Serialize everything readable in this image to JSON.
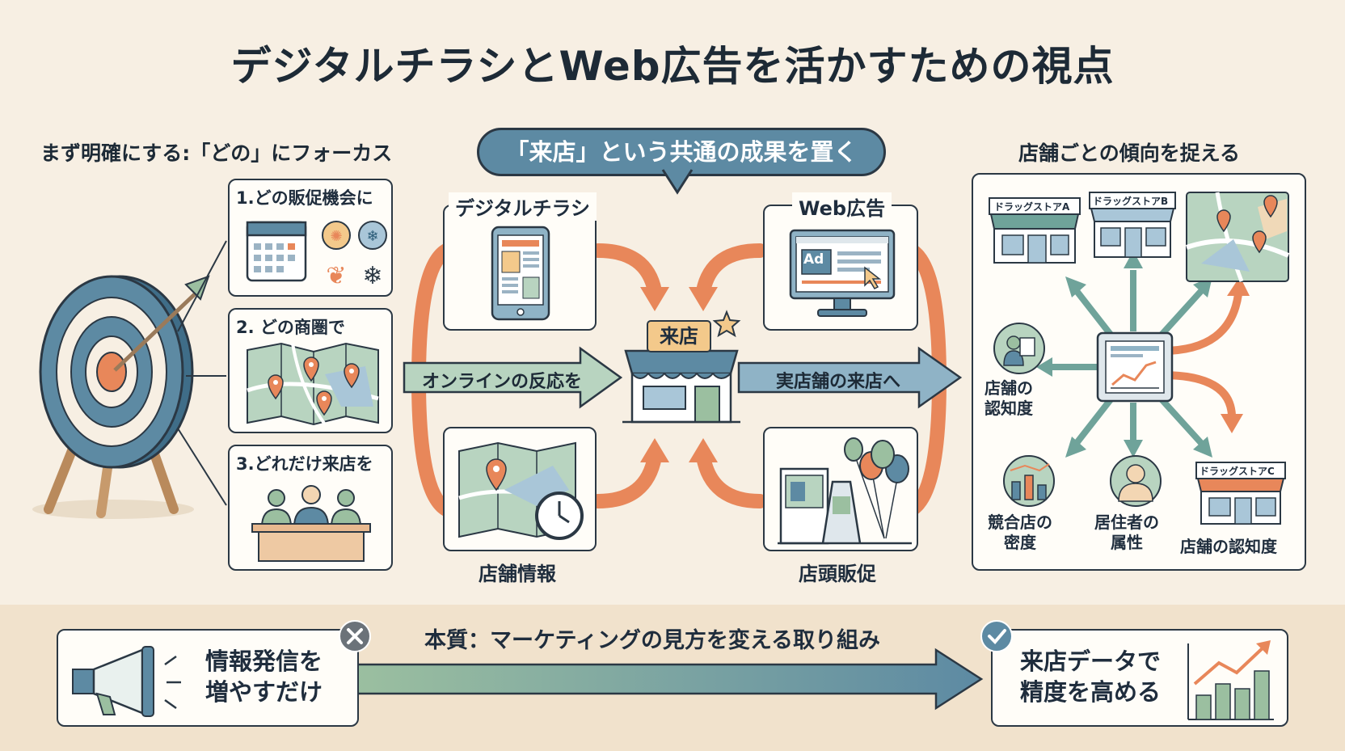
{
  "title": "デジタルチラシとWeb広告を活かすための視点",
  "left": {
    "heading": "まず明確にする:「どの」にフォーカス",
    "items": [
      {
        "label": "1.どの販促機会に"
      },
      {
        "label": "2.  どの商圏で"
      },
      {
        "label": "3.どれだけ来店を"
      }
    ]
  },
  "center": {
    "bubble": "「来店」という共通の成果を置く",
    "cards": {
      "digital_flyer": "デジタルチラシ",
      "web_ad": "Web広告",
      "store_info": "店舗情報",
      "storefront_promo": "店頭販促"
    },
    "ad_badge": "Ad",
    "store_sign": "来店",
    "arrow_left": "オンラインの反応を",
    "arrow_right": "実店舗の来店へ"
  },
  "right": {
    "heading": "店舗ごとの傾向を捉える",
    "stores": [
      "ドラッグストアA",
      "ドラッグストアB",
      "ドラッグストアC"
    ],
    "labels": {
      "awareness_left": "店舗の\n認知度",
      "competitor": "競合店の\n密度",
      "residents": "居住者の\n属性",
      "awareness_bottom": "店舗の認知度"
    }
  },
  "bottom": {
    "caption": "本質：マーケティングの見方を変える取り組み",
    "left_text": "情報発信を\n増やすだけ",
    "right_text": "来店データで\n精度を高める"
  },
  "colors": {
    "teal": "#5d8aa3",
    "orange": "#e8875a",
    "green": "#9bbfa0",
    "dark": "#2b3844",
    "background": "#f7efe3"
  }
}
